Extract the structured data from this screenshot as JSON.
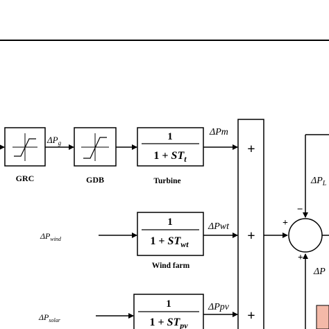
{
  "blocks": {
    "grc": {
      "label": "GRC"
    },
    "gdb": {
      "label": "GDB"
    },
    "turbine": {
      "label": "Turbine",
      "numerator": "1",
      "denominator_prefix": "1 + ",
      "denominator_s": "ST",
      "denominator_sub": "t"
    },
    "wind_farm": {
      "label": "Wind farm",
      "numerator": "1",
      "denominator_prefix": "1 + ",
      "denominator_s": "ST",
      "denominator_sub": "wt"
    },
    "pv": {
      "numerator": "1",
      "denominator_prefix": "1 + ",
      "denominator_s": "ST",
      "denominator_sub": "pv"
    }
  },
  "signals": {
    "pg": {
      "delta": "ΔP",
      "sub": "g"
    },
    "pm": {
      "delta": "ΔP",
      "rest": "m"
    },
    "pwt": {
      "delta": "ΔP",
      "rest": "wt"
    },
    "ppv": {
      "delta": "ΔP",
      "rest": "pv"
    },
    "pwind": {
      "delta": "ΔP",
      "sub": "wind"
    },
    "psolar": {
      "delta": "ΔP",
      "sub": "solar"
    },
    "pl_partial": {
      "delta": "ΔP",
      "sub": "L"
    },
    "p_partial": {
      "delta": "ΔP"
    }
  },
  "summer": {
    "plus1": "+",
    "plus2": "+",
    "plus3": "+"
  },
  "junction": {
    "plus_left": "+",
    "minus_top": "−",
    "plus_bottom": "+"
  }
}
